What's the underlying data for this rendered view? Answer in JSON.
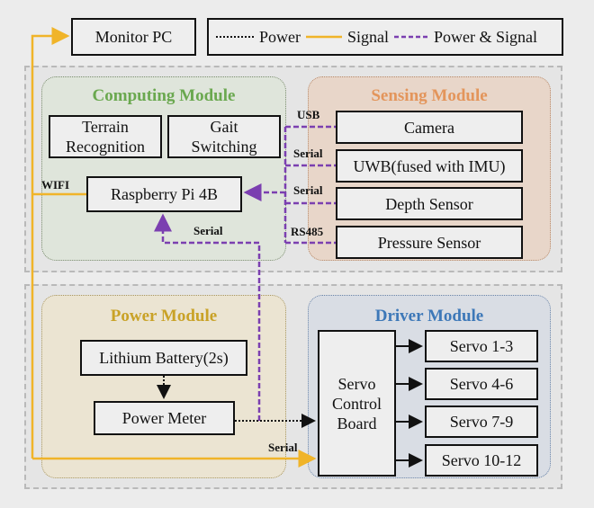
{
  "monitor": {
    "label": "Monitor PC"
  },
  "legend": {
    "power": "Power",
    "signal": "Signal",
    "power_signal": "Power & Signal"
  },
  "colors": {
    "signal": "#f0b429",
    "power_signal": "#7b3fb0",
    "power": "#111111",
    "computing_title": "#6aa84f",
    "sensing_title": "#e3955b",
    "power_title": "#c9a227",
    "driver_title": "#3d78b8"
  },
  "computing": {
    "title": "Computing Module",
    "terrain": "Terrain Recognition",
    "gait": "Gait Switching",
    "pi": "Raspberry Pi 4B"
  },
  "sensing": {
    "title": "Sensing Module",
    "sensors": [
      "Camera",
      "UWB(fused with IMU)",
      "Depth Sensor",
      "Pressure Sensor"
    ],
    "interfaces": [
      "USB",
      "Serial",
      "Serial",
      "RS485"
    ]
  },
  "power_module": {
    "title": "Power Module",
    "battery": "Lithium Battery(2s)",
    "meter": "Power Meter"
  },
  "driver": {
    "title": "Driver Module",
    "board": "Servo Control Board",
    "servos": [
      "Servo 1-3",
      "Servo 4-6",
      "Servo 7-9",
      "Servo 10-12"
    ]
  },
  "links": {
    "wifi": "WIFI",
    "serial_pi": "Serial",
    "serial_driver": "Serial"
  }
}
